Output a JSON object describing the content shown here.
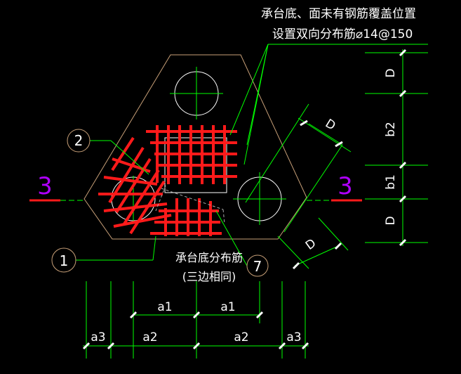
{
  "note": {
    "line1": "承台底、面未有钢筋覆盖位置",
    "line2": "设置双向分布筋⌀14@150"
  },
  "section_marks": {
    "left": "3",
    "right": "3"
  },
  "callouts": {
    "two": "2",
    "one": "1",
    "seven": "7"
  },
  "bottom_label": {
    "line1": "承台底分布筋",
    "line2": "(三边相同)"
  },
  "dims": {
    "right": [
      "D",
      "b2",
      "b1",
      "D"
    ],
    "diag_upper": "D",
    "diag_lower": "D",
    "bottom_row1": [
      "a1",
      "a1"
    ],
    "bottom_row2": [
      "a3",
      "a2",
      "a2",
      "a3"
    ]
  },
  "colors": {
    "background": "#000000",
    "outline": "#c8a078",
    "rebar": "#ff1a1a",
    "dimension": "#00ff00",
    "text": "#ffffff",
    "tick": "#ffffff"
  }
}
